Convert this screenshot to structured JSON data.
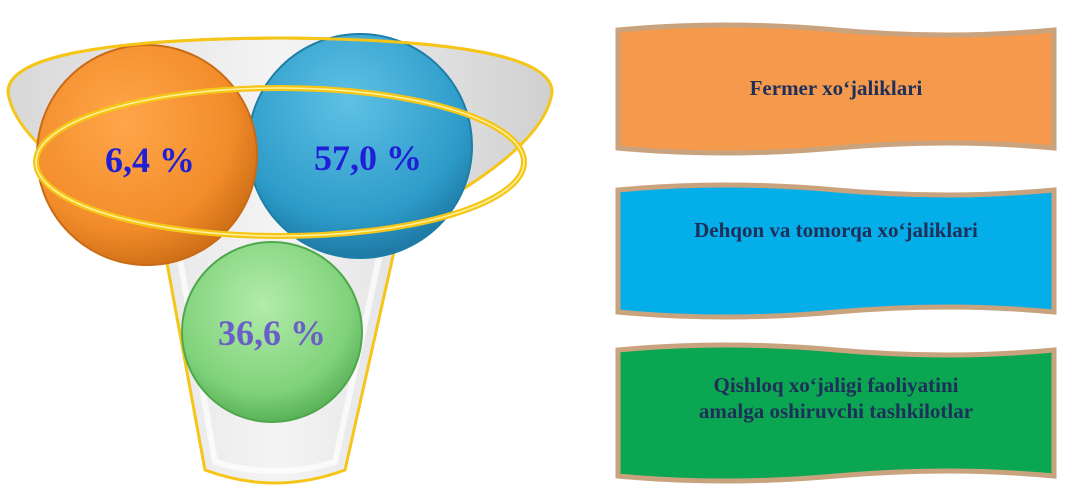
{
  "funnel": {
    "segments": [
      {
        "id": "orange",
        "label": "6,4 %",
        "color": "#f28c2a",
        "text_color": "#1f1fd6"
      },
      {
        "id": "blue",
        "label": "57,0 %",
        "color": "#2d9bc9",
        "text_color": "#1f1fd6"
      },
      {
        "id": "green",
        "label": "36,6 %",
        "color": "#7fd27a",
        "text_color": "#6a5ec9"
      }
    ]
  },
  "banners": [
    {
      "id": "fermer",
      "lines": [
        "Fermer xo‘jaliklari"
      ],
      "color": "#f59a4c"
    },
    {
      "id": "dehqon",
      "lines": [
        "Dehqon va tomorqa xo‘jaliklari"
      ],
      "color": "#04aee8"
    },
    {
      "id": "qishloq",
      "lines": [
        "Qishloq xo‘jaligi faoliyatini",
        "amalga oshiruvchi tashkilotlar"
      ],
      "color": "#0aa652"
    }
  ],
  "colors": {
    "rim": "#f5c518",
    "funnel_fill": "#e9e9e9",
    "banner_border": "#c9a27e"
  }
}
